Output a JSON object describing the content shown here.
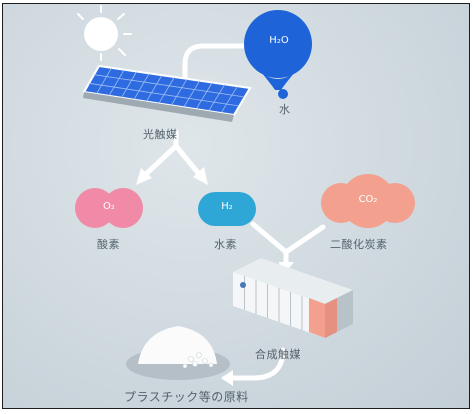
{
  "molecules": {
    "water": "H₂O",
    "oxygen": "O₂",
    "hydrogen": "H₂",
    "co2": "CO₂"
  },
  "labels": {
    "water": "水",
    "photocatalyst": "光触媒",
    "oxygen": "酸素",
    "hydrogen": "水素",
    "co2": "二酸化炭素",
    "synthesis_catalyst": "合成触媒",
    "plastic_raw": "プラスチック等の原料"
  },
  "colors": {
    "background": "#cfd9df",
    "water_blue": "#1e63d8",
    "panel_blue": "#2f6be0",
    "oxygen_pink": "#f08aa6",
    "hydrogen_cyan": "#2ea7d6",
    "co2_salmon": "#f3a08e",
    "arrow_white": "#ffffff"
  }
}
